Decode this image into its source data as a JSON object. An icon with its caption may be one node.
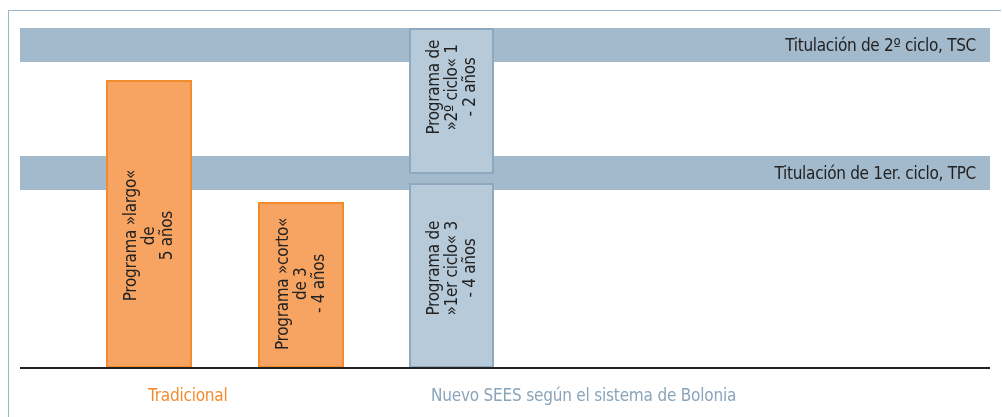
{
  "diagram": {
    "nodes": [
      {
        "text": [
          "Titulación de 2º ciclo, TSC"
        ]
      },
      {
        "text": [
          "Titulación de 1er. ciclo, TPC"
        ]
      },
      {
        "text": [
          "Programa »largo« de 5 años"
        ]
      },
      {
        "text": [
          "Programa »corto« de 3 - 4 años"
        ]
      },
      {
        "text": [
          "Programa de »2º ciclo« 1 - 2 años"
        ]
      },
      {
        "text": [
          "Programa de »1er ciclo« 3 - 4 años"
        ]
      }
    ],
    "labels": [
      "Tradicional",
      "Nuevo SEES según el sistema de Bolonia"
    ]
  }
}
